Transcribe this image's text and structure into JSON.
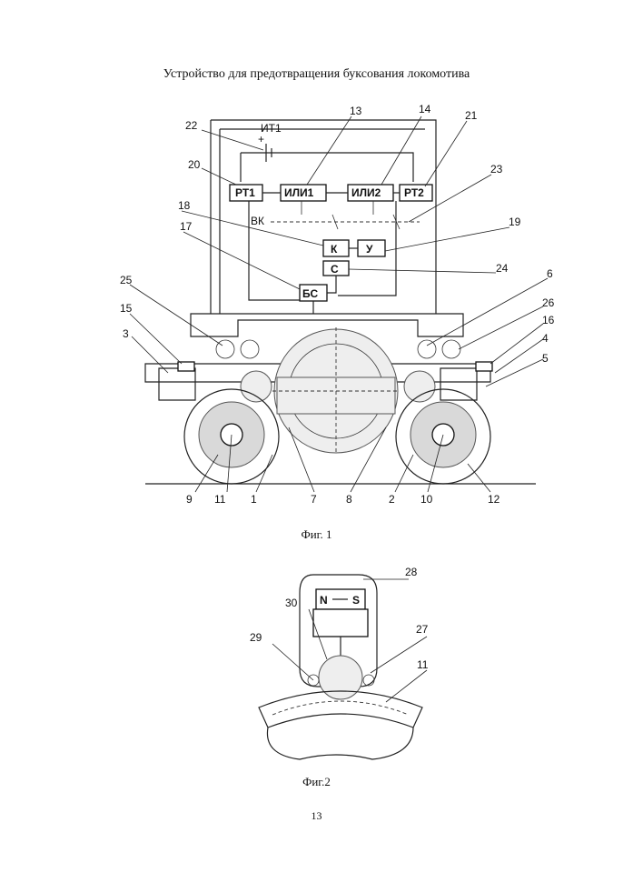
{
  "title": "Устройство для предотвращения буксования локомотива",
  "fig1": {
    "caption": "Фиг. 1",
    "battery_label": "ИТ1",
    "boxes": {
      "rt1": "РТ1",
      "ili1": "ИЛИ1",
      "ili2": "ИЛИ2",
      "rt2": "РТ2",
      "k": "К",
      "u": "У",
      "c": "С",
      "bs": "БС"
    },
    "vk_label": "ВК",
    "numbers": [
      "22",
      "13",
      "14",
      "21",
      "20",
      "23",
      "18",
      "19",
      "17",
      "24",
      "25",
      "6",
      "15",
      "26",
      "3",
      "16",
      "4",
      "5",
      "9",
      "11",
      "1",
      "7",
      "8",
      "2",
      "10",
      "12"
    ]
  },
  "fig2": {
    "caption": "Фиг.2",
    "magnet_n": "N",
    "magnet_s": "S",
    "numbers": [
      "28",
      "30",
      "29",
      "27",
      "11"
    ]
  },
  "page_number": "13"
}
